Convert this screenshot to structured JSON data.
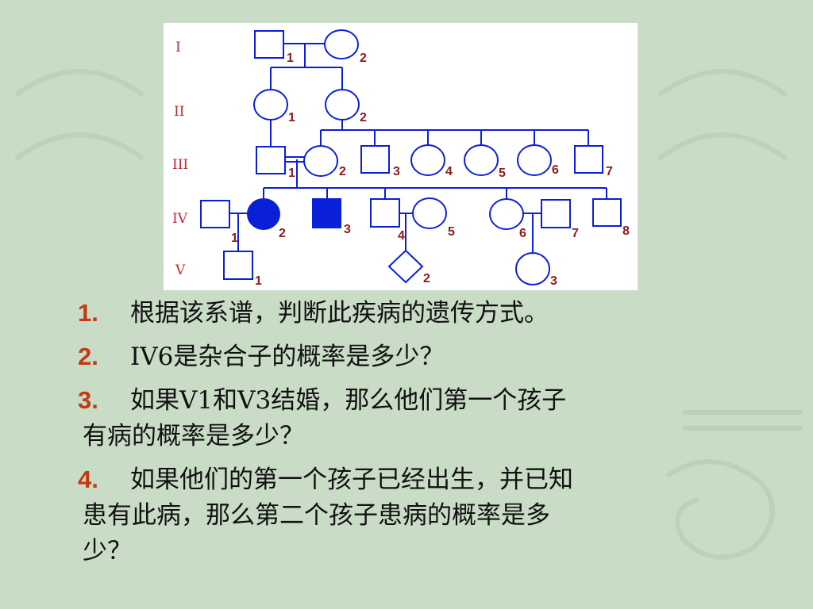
{
  "generations": [
    "I",
    "II",
    "III",
    "IV",
    "V"
  ],
  "individual_numbers": {
    "I": [
      "1",
      "2"
    ],
    "II": [
      "1",
      "2"
    ],
    "III": [
      "1",
      "2",
      "3",
      "4",
      "5",
      "6",
      "7"
    ],
    "IV": [
      "1",
      "2",
      "3",
      "4",
      "5",
      "6",
      "7",
      "8"
    ],
    "V": [
      "1",
      "2",
      "3"
    ]
  },
  "colors": {
    "line": "#0a1fd8",
    "affected_fill": "#0a1fd8",
    "number_label": "#8b1c20",
    "generation_label": "#c0282f",
    "question_number": "#c23a12"
  },
  "questions": [
    {
      "num": "1.",
      "lines": [
        "根据该系谱，判断此疾病的遗传方式。"
      ]
    },
    {
      "num": "2.",
      "lines": [
        "IV6是杂合子的概率是多少？"
      ]
    },
    {
      "num": "3.",
      "lines": [
        "如果V1和V3结婚，那么他们第一个孩子",
        "有病的概率是多少？"
      ]
    },
    {
      "num": "4.",
      "lines": [
        "如果他们的第一个孩子已经出生，并已知",
        "患有此病，那么第二个孩子患病的概率是多",
        "少？"
      ]
    }
  ]
}
